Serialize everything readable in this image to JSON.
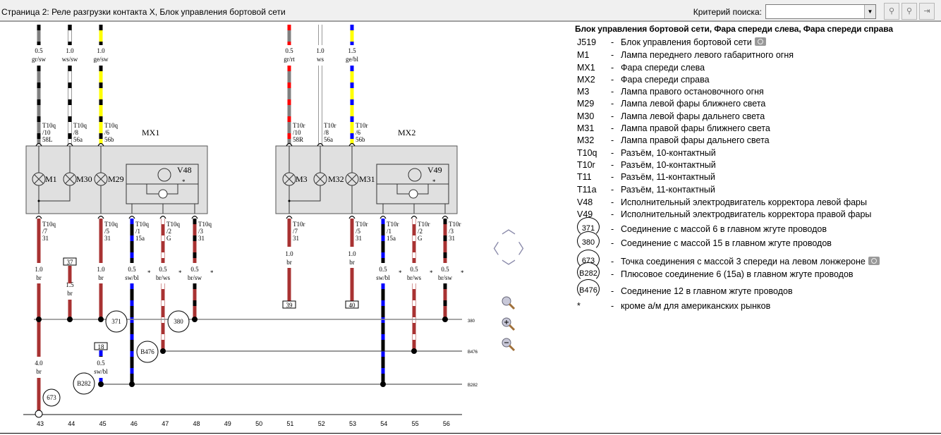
{
  "toolbar": {
    "title": "Страница 2: Реле разгрузки контакта X, Блок управления бортовой сети",
    "search_label": "Критерий поиска:",
    "search_value": "",
    "dropdown_icon": "▼",
    "buttons": [
      "find-icon",
      "find-next-icon",
      "export-icon"
    ]
  },
  "diagram": {
    "top_wires": [
      {
        "gauge": "0.5",
        "color": "gr/sw",
        "conn": "T10q",
        "pin": "/10",
        "term": "58L"
      },
      {
        "gauge": "1.0",
        "color": "ws/sw",
        "conn": "T10q",
        "pin": "/8",
        "term": "56a"
      },
      {
        "gauge": "1.0",
        "color": "ge/sw",
        "conn": "T10q",
        "pin": "/6",
        "term": "56b"
      },
      {
        "gauge": "0.5",
        "color": "gr/rt",
        "conn": "T10r",
        "pin": "/10",
        "term": "58R"
      },
      {
        "gauge": "1.0",
        "color": "ws",
        "conn": "T10r",
        "pin": "/8",
        "term": "56a"
      },
      {
        "gauge": "1.5",
        "color": "ge/bl",
        "conn": "T10r",
        "pin": "/6",
        "term": "56b"
      }
    ],
    "mx1": {
      "label": "MX1",
      "lamps": [
        "M1",
        "M30",
        "M29"
      ],
      "motor": "V48",
      "star": "*"
    },
    "mx2": {
      "label": "MX2",
      "lamps": [
        "M3",
        "M32",
        "M31"
      ],
      "motor": "V49",
      "star": "*"
    },
    "bottom_pins": [
      {
        "conn": "T10q",
        "pin": "/7",
        "term": "31"
      },
      {
        "conn": "T10q",
        "pin": "/5",
        "term": "31"
      },
      {
        "conn": "T10q",
        "pin": "/1",
        "term": "15a"
      },
      {
        "conn": "T10q",
        "pin": "/2",
        "term": "G"
      },
      {
        "conn": "T10q",
        "pin": "/3",
        "term": "31"
      },
      {
        "conn": "T10r",
        "pin": "/7",
        "term": "31"
      },
      {
        "conn": "T10r",
        "pin": "/5",
        "term": "31"
      },
      {
        "conn": "T10r",
        "pin": "/1",
        "term": "15a"
      },
      {
        "conn": "T10r",
        "pin": "/2",
        "term": "G"
      },
      {
        "conn": "T10r",
        "pin": "/3",
        "term": "31"
      }
    ],
    "lower_wires": [
      {
        "gauge": "1.0",
        "color": "br"
      },
      {
        "gauge": "1.5",
        "color": "br"
      },
      {
        "gauge": "1.0",
        "color": "br"
      },
      {
        "gauge": "0.5",
        "color": "sw/bl"
      },
      {
        "gauge": "0.5",
        "color": "br/ws"
      },
      {
        "gauge": "0.5",
        "color": "br/sw"
      },
      {
        "gauge": "4.0",
        "color": "br"
      },
      {
        "gauge": "0.5",
        "color": "sw/bl"
      },
      {
        "gauge": "1.0",
        "color": "br"
      },
      {
        "gauge": "1.0",
        "color": "br"
      },
      {
        "gauge": "0.5",
        "color": "sw/bl"
      },
      {
        "gauge": "0.5",
        "color": "br/ws"
      },
      {
        "gauge": "0.5",
        "color": "br/sw"
      }
    ],
    "star": "*",
    "refs": {
      "r37": "37",
      "r18": "18",
      "r39": "39",
      "r40": "40"
    },
    "grounds": {
      "g371": "371",
      "g380": "380",
      "gB476": "B476",
      "gB282": "B282",
      "g673": "673"
    },
    "bus_labels": {
      "l380": "380",
      "lB476": "B476",
      "lB282": "B282"
    },
    "columns": [
      "43",
      "44",
      "45",
      "46",
      "47",
      "48",
      "49",
      "50",
      "51",
      "52",
      "53",
      "54",
      "55",
      "56"
    ]
  },
  "legend": {
    "header": "Блок управления бортовой сети, Фара спереди слева, Фара спереди справа",
    "items": [
      {
        "code": "J519",
        "desc": "Блок управления бортовой сети",
        "camera": true
      },
      {
        "code": "M1",
        "desc": "Лампа переднего левого габаритного огня"
      },
      {
        "code": "MX1",
        "desc": "Фара спереди слева"
      },
      {
        "code": "MX2",
        "desc": "Фара спереди справа"
      },
      {
        "code": "M3",
        "desc": "Лампа правого остановочного огня"
      },
      {
        "code": "M29",
        "desc": "Лампа левой фары ближнего света"
      },
      {
        "code": "M30",
        "desc": "Лампа левой фары дальнего света"
      },
      {
        "code": "M31",
        "desc": "Лампа правой фары ближнего света"
      },
      {
        "code": "M32",
        "desc": "Лампа правой фары дальнего света"
      },
      {
        "code": "T10q",
        "desc": "Разъём, 10-контактный"
      },
      {
        "code": "T10r",
        "desc": "Разъём, 10-контактный"
      },
      {
        "code": "T11",
        "desc": "Разъём, 11-контактный"
      },
      {
        "code": "T11a",
        "desc": "Разъём, 11-контактный"
      },
      {
        "code": "V48",
        "desc": "Исполнительный электродвигатель корректора левой фары"
      },
      {
        "code": "V49",
        "desc": "Исполнительный электродвигатель корректора правой фары"
      },
      {
        "code": "371",
        "desc": "Соединение с массой 6 в главном жгуте проводов",
        "circle": true
      },
      {
        "code": "380",
        "desc": "Соединение с массой 15 в главном жгуте проводов",
        "circle": true
      },
      {
        "code": "673",
        "desc": "Точка соединения с массой 3 спереди на левом лонжероне",
        "circle": true,
        "camera": true
      },
      {
        "code": "B282",
        "desc": "Плюсовое соединение 6 (15a) в главном жгуте проводов",
        "circle": true
      },
      {
        "code": "B476",
        "desc": "Соединение 12 в главном жгуте проводов",
        "circle": true
      },
      {
        "code": "*",
        "desc": "кроме а/м для американских рынков"
      }
    ],
    "dash": "-"
  },
  "wire_colors": {
    "br": "#a83232",
    "sw": "#000000",
    "bl": "#0000ff",
    "ws": "#ffffff",
    "gr": "#808080",
    "ge": "#ffff00",
    "rt": "#ff0000"
  }
}
